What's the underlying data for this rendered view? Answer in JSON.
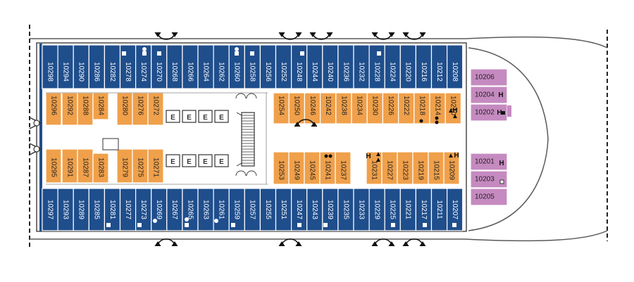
{
  "colors": {
    "outside": "#1f4e8c",
    "inside": "#f0a04a",
    "suite": "#c58ac0",
    "outline": "#4a4a4a",
    "hull": "#5a5a5a"
  },
  "cabins": {
    "top_outside": [
      "10298",
      "10294",
      "10290",
      "10286",
      "10282",
      "10278",
      "10274",
      "10270",
      "10268",
      "10266",
      "10264",
      "10262",
      "10260",
      "10258",
      "10256",
      "10252",
      "10248",
      "10244",
      "10240",
      "10236",
      "10232",
      "10228",
      "10224",
      "10220",
      "10216",
      "10212",
      "10208"
    ],
    "inner_upper_aft": [
      "10296",
      "10292",
      "10288",
      "10284",
      "10280",
      "10276",
      "10272"
    ],
    "inner_upper_fwd": [
      "10254",
      "10250",
      "10246",
      "10242",
      "10238",
      "10234",
      "10230",
      "10226",
      "10222",
      "10218",
      "10214",
      "10210"
    ],
    "inner_lower_aft": [
      "10295",
      "10291",
      "10287",
      "10283",
      "10279",
      "10275",
      "10271"
    ],
    "inner_lower_fwd": [
      "10253",
      "10249",
      "10245",
      "10241",
      "10237",
      "10231",
      "10227",
      "10223",
      "10219",
      "10215",
      "10209"
    ],
    "bottom_outside": [
      "10297",
      "10293",
      "10289",
      "10285",
      "10281",
      "10277",
      "10273",
      "10269",
      "10267",
      "10265",
      "10263",
      "10261",
      "10259",
      "10257",
      "10255",
      "10251",
      "10247",
      "10243",
      "10239",
      "10235",
      "10233",
      "10229",
      "10225",
      "10221",
      "10217",
      "10211",
      "10207"
    ],
    "suites_upper": [
      "10206",
      "10204",
      "10202"
    ],
    "suites_lower": [
      "10201",
      "10203",
      "10205"
    ]
  },
  "symbols": {
    "elevator": "E",
    "hearing": "H"
  }
}
